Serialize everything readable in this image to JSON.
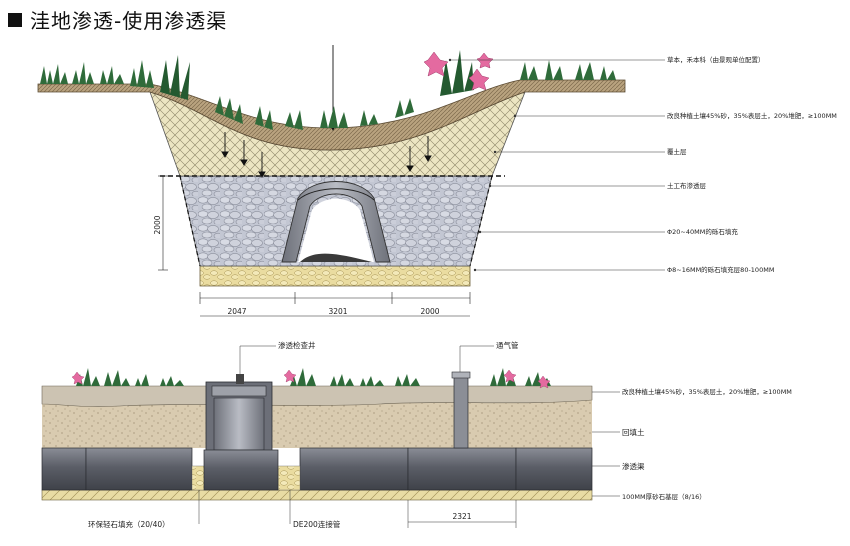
{
  "title": "洼地渗透-使用渗透渠",
  "upper": {
    "labels": [
      "草本，禾本科（由景观单位配置）",
      "改良种植土壤45%砂，35%表层土，20%堆肥，≥100MM",
      "覆土层",
      "土工布渗透层",
      "Φ20~40MM的砾石填充",
      "Φ8~16MM的砾石填充层80-100MM"
    ],
    "dims": {
      "height": "2000",
      "left": "2047",
      "middle": "3201",
      "right": "2000"
    }
  },
  "lower": {
    "labels": {
      "well": "渗透检查井",
      "vent": "通气管",
      "soil": "改良种植土壤45%砂，35%表层土，20%堆肥，≥100MM",
      "backfill": "回填土",
      "channel": "渗透渠",
      "base": "100MM厚砂石基层（8/16）",
      "gravel": "环保轻石填充（20/40）",
      "pipe": "DE200连接管"
    },
    "dims": {
      "spacing": "2321"
    }
  },
  "colors": {
    "soil_top": "#b59a7a",
    "cover_layer": "#e9e2bd",
    "gravel": "#c9cdd8",
    "sand_base": "#efe3a8",
    "grass": "#2f6b3a",
    "flower": "#e46aa0",
    "pipe": "#5d6068"
  }
}
